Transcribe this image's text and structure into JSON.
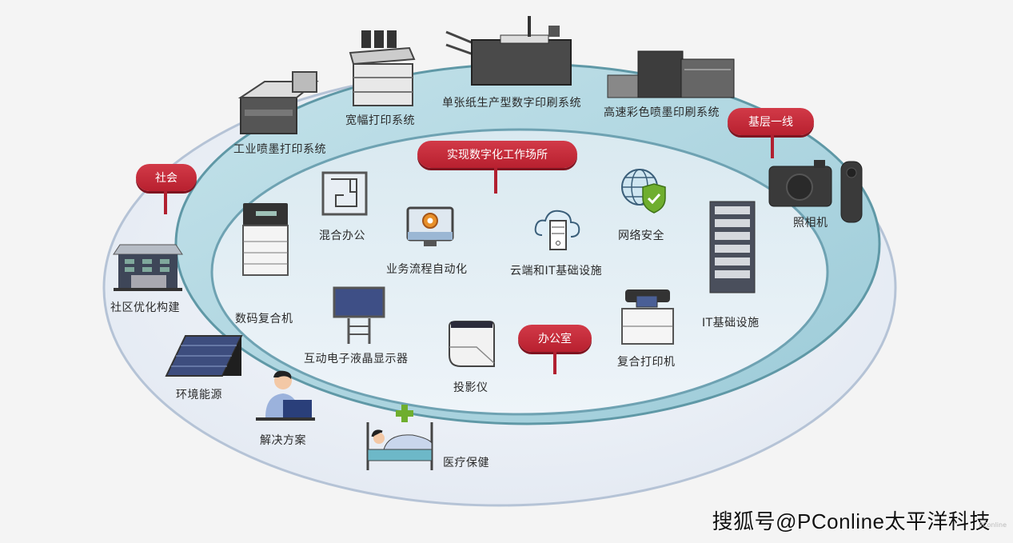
{
  "diagram": {
    "title": "实现数字化工作场所",
    "colors": {
      "pill": "#c12b3a",
      "outer_ring": "#eef3f8",
      "middle_ring": "#a8d2de",
      "inner_ring": "#dceaf2",
      "background": "#f4f4f4",
      "shield": "#6fae2e",
      "gear": "#e8902a"
    },
    "zones": {
      "workplace": "实现数字化工作场所",
      "frontline": "基层一线",
      "society": "社会",
      "office": "办公室"
    },
    "printing_systems": [
      {
        "label": "工业喷墨打印系统",
        "icon": "industrial-inkjet-printer-icon"
      },
      {
        "label": "宽幅打印系统",
        "icon": "wide-format-printer-icon"
      },
      {
        "label": "单张纸生产型数字印刷系统",
        "icon": "cut-sheet-production-printer-icon"
      },
      {
        "label": "高速彩色喷墨印刷系统",
        "icon": "high-speed-inkjet-press-icon"
      }
    ],
    "frontline_items": [
      {
        "label": "照相机",
        "icon": "camera-icon"
      }
    ],
    "workplace_items": [
      {
        "label": "混合办公",
        "icon": "floorplan-icon"
      },
      {
        "label": "业务流程自动化",
        "icon": "workflow-automation-icon"
      },
      {
        "label": "云端和IT基础设施",
        "icon": "cloud-server-icon"
      },
      {
        "label": "网络安全",
        "icon": "globe-shield-icon"
      }
    ],
    "office_items": [
      {
        "label": "数码复合机",
        "icon": "mfp-icon"
      },
      {
        "label": "互动电子液晶显示器",
        "icon": "interactive-display-icon"
      },
      {
        "label": "投影仪",
        "icon": "projector-icon"
      },
      {
        "label": "复合打印机",
        "icon": "compact-mfp-icon"
      },
      {
        "label": "IT基础设施",
        "icon": "server-rack-icon"
      }
    ],
    "society_items": [
      {
        "label": "社区优化构建",
        "icon": "building-icon"
      },
      {
        "label": "环境能源",
        "icon": "solar-panel-icon"
      },
      {
        "label": "解决方案",
        "icon": "person-laptop-icon"
      },
      {
        "label": "医疗保健",
        "icon": "hospital-bed-icon"
      }
    ]
  },
  "watermark": "搜狐号@PConline太平洋科技",
  "watermark_small": "PConline"
}
